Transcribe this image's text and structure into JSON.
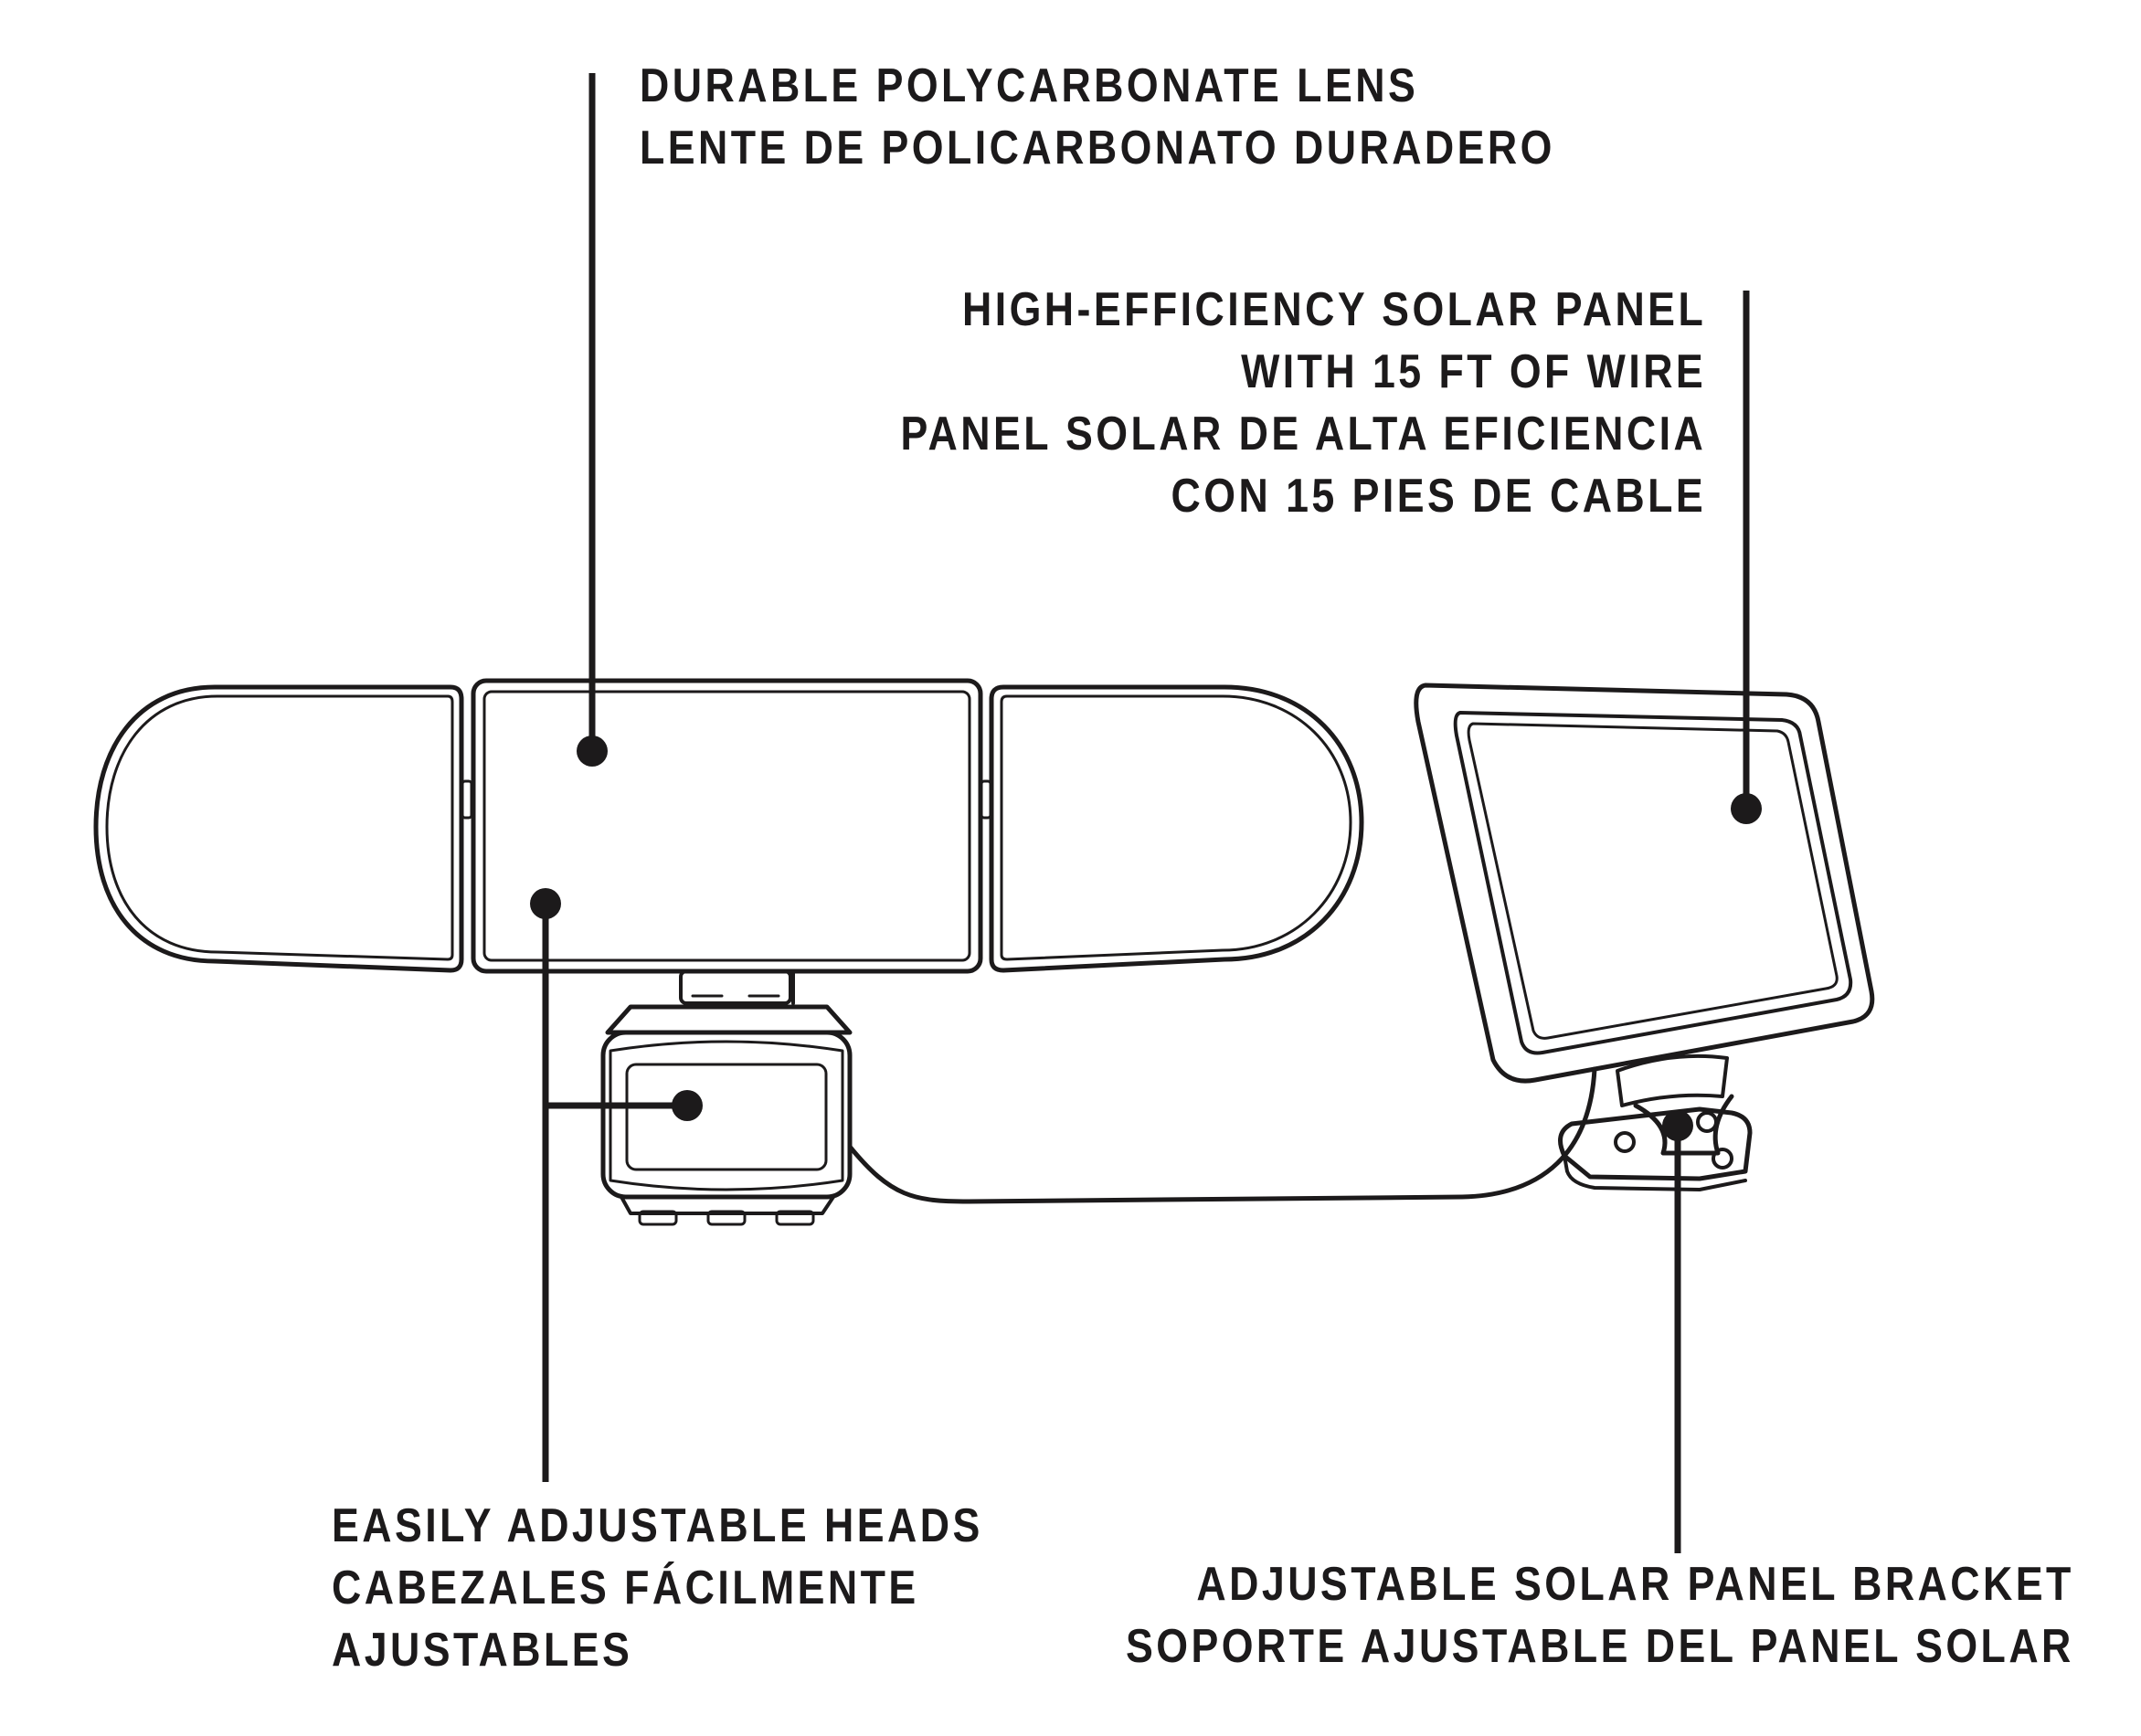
{
  "colors": {
    "ink": "#1c1a1b",
    "background": "#ffffff"
  },
  "callouts": {
    "lens": [
      "DURABLE POLYCARBONATE LENS",
      "LENTE DE POLICARBONATO DURADERO"
    ],
    "solar_panel": [
      "HIGH-EFFICIENCY SOLAR PANEL",
      "WITH 15 FT OF WIRE",
      "PANEL SOLAR DE ALTA EFICIENCIA",
      "CON 15 PIES DE CABLE"
    ],
    "heads": [
      "EASILY ADJUSTABLE HEADS",
      "CABEZALES FÁCILMENTE",
      "AJUSTABLES"
    ],
    "bracket": [
      "ADJUSTABLE SOLAR PANEL BRACKET",
      "SOPORTE AJUSTABLE DEL PANEL SOLAR"
    ]
  }
}
